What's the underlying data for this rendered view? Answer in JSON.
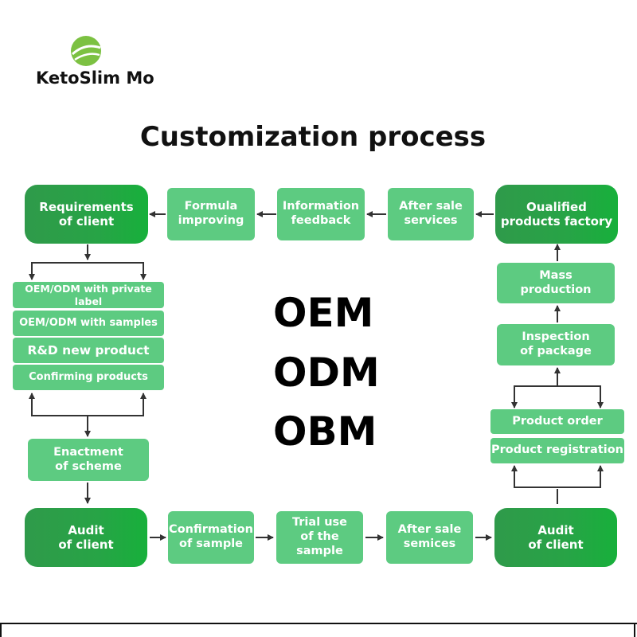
{
  "brand": {
    "name": "KetoSlim Mo",
    "logo_icon": "leaf-ball-icon",
    "colors": {
      "logo_green": "#7cc142",
      "light_box": "#5dcb81",
      "dark_box": "#27a446",
      "arrow": "#333333"
    }
  },
  "title": "Customization process",
  "center_labels": [
    "OEM",
    "ODM",
    "OBM"
  ],
  "top_row": {
    "requirements": "Requirements\nof client",
    "formula": "Formula\nimproving",
    "info_feedback": "Information\nfeedback",
    "after_sale_services": "After sale\nservices",
    "qualified_factory": "Oualified\nproducts factory"
  },
  "left_options": [
    "OEM/ODM with private label",
    "OEM/ODM with samples",
    "R&D new product",
    "Confirming products"
  ],
  "enactment": "Enactment\nof scheme",
  "bottom_row": {
    "audit_left": "Audit\nof client",
    "confirmation": "Confirmation\nof sample",
    "trial_use": "Trial use\nof the sample",
    "after_sale_semices": "After sale\nsemices",
    "audit_right": "Audit\nof client"
  },
  "right_column": {
    "mass_production": "Mass\nproduction",
    "inspection": "Inspection\nof package",
    "product_order": "Product order",
    "product_registration": "Product registration"
  }
}
